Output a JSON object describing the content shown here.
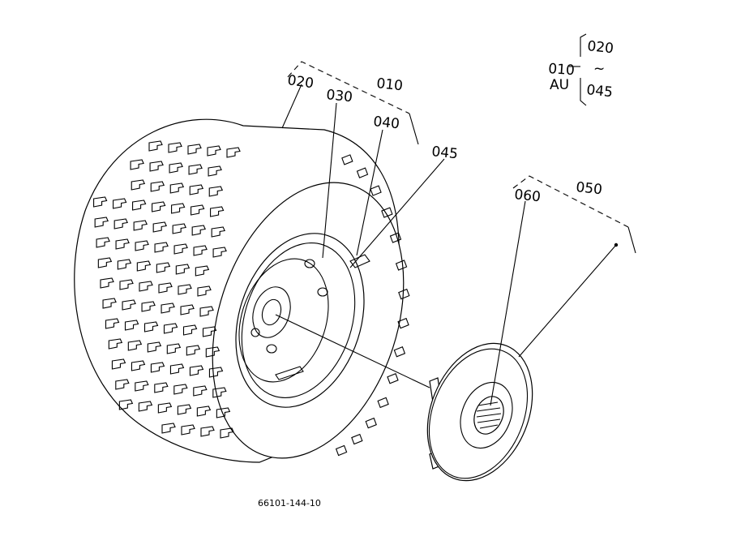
{
  "callouts": {
    "c020": "020",
    "c010": "010",
    "c030": "030",
    "c040": "040",
    "c045": "045",
    "c050": "050",
    "c060": "060"
  },
  "legend": {
    "top": "020",
    "middle": "010",
    "tilde": "~",
    "bottom": "045",
    "au": "AU"
  },
  "drawing_number": "66101-144-10"
}
